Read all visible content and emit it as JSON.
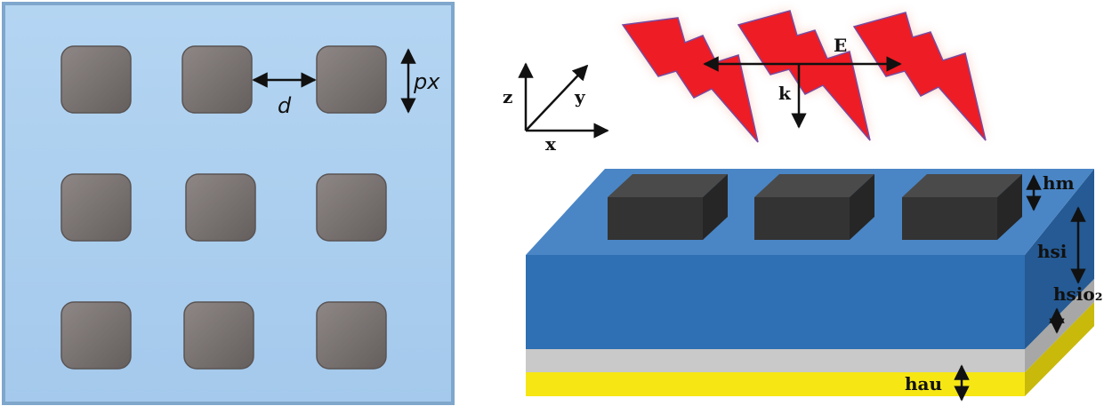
{
  "top_view": {
    "label_px": "px",
    "label_d": "d"
  },
  "axes": {
    "z": "z",
    "y": "y",
    "x": "x"
  },
  "wave": {
    "E": "E",
    "k": "k"
  },
  "layers": {
    "hm": "hm",
    "hsi": "hsi",
    "hsio2": "hsio₂",
    "hau": "hau"
  },
  "colors": {
    "top_bg": "#a9cdee",
    "cube": "#7a7372",
    "slab_top": "#3f7dc0",
    "slab_front": "#2f6fb3",
    "sio2": "#c9c9c9",
    "gold": "#f6e614",
    "bolt": "#ee1c24",
    "block_dark": "#333333"
  }
}
